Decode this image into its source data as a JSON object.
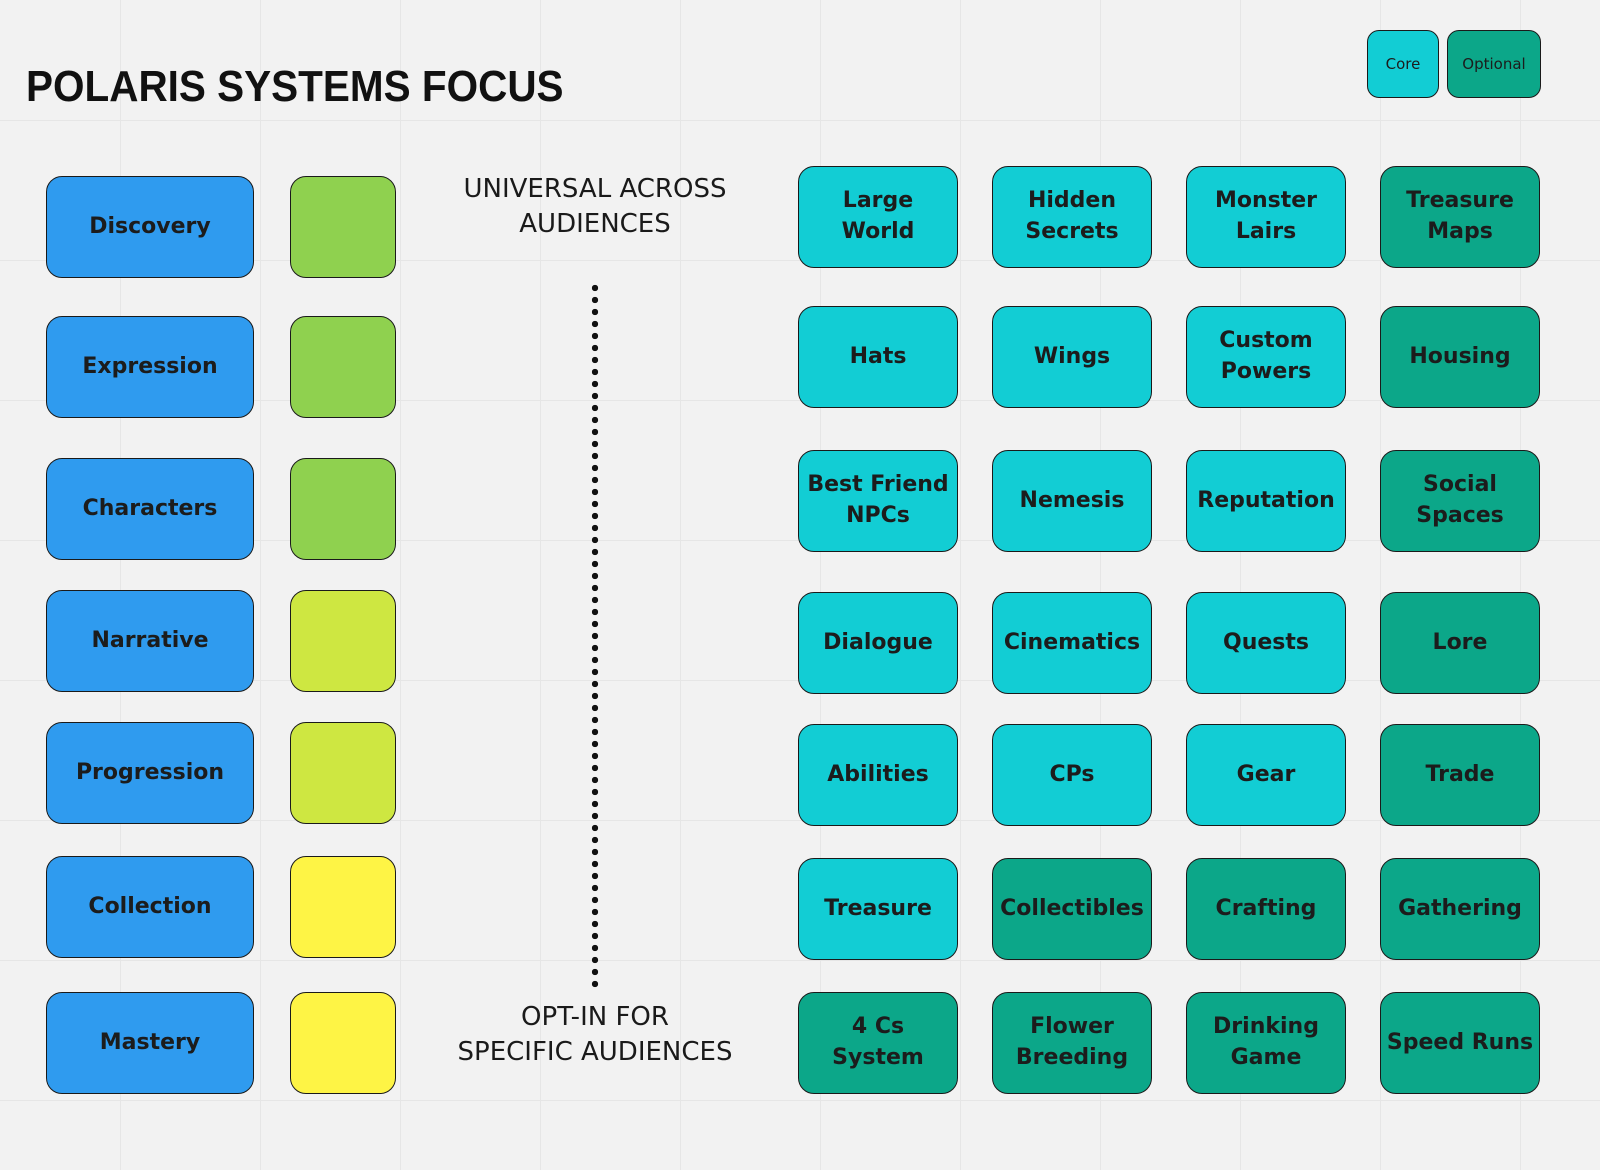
{
  "title": "POLARIS SYSTEMS FOCUS",
  "legend": [
    {
      "label": "Core",
      "color": "#12cdd4"
    },
    {
      "label": "Optional",
      "color": "#0ca789"
    }
  ],
  "center_labels": {
    "top": "UNIVERSAL ACROSS\nAUDIENCES",
    "bottom": "OPT-IN FOR\nSPECIFIC AUDIENCES"
  },
  "focus_categories": [
    {
      "label": "Discovery",
      "swatch_color": "#8fd14f"
    },
    {
      "label": "Expression",
      "swatch_color": "#8fd14f"
    },
    {
      "label": "Characters",
      "swatch_color": "#8fd14f"
    },
    {
      "label": "Narrative",
      "swatch_color": "#cee741"
    },
    {
      "label": "Progression",
      "swatch_color": "#cee741"
    },
    {
      "label": "Collection",
      "swatch_color": "#fef445"
    },
    {
      "label": "Mastery",
      "swatch_color": "#fef445"
    }
  ],
  "systems": [
    [
      {
        "label": "Large World",
        "type": "core"
      },
      {
        "label": "Hidden Secrets",
        "type": "core"
      },
      {
        "label": "Monster Lairs",
        "type": "core"
      },
      {
        "label": "Treasure Maps",
        "type": "optional"
      }
    ],
    [
      {
        "label": "Hats",
        "type": "core"
      },
      {
        "label": "Wings",
        "type": "core"
      },
      {
        "label": "Custom Powers",
        "type": "core"
      },
      {
        "label": "Housing",
        "type": "optional"
      }
    ],
    [
      {
        "label": "Best Friend NPCs",
        "type": "core"
      },
      {
        "label": "Nemesis",
        "type": "core"
      },
      {
        "label": "Reputation",
        "type": "core"
      },
      {
        "label": "Social Spaces",
        "type": "optional"
      }
    ],
    [
      {
        "label": "Dialogue",
        "type": "core"
      },
      {
        "label": "Cinematics",
        "type": "core"
      },
      {
        "label": "Quests",
        "type": "core"
      },
      {
        "label": "Lore",
        "type": "optional"
      }
    ],
    [
      {
        "label": "Abilities",
        "type": "core"
      },
      {
        "label": "CPs",
        "type": "core"
      },
      {
        "label": "Gear",
        "type": "core"
      },
      {
        "label": "Trade",
        "type": "optional"
      }
    ],
    [
      {
        "label": "Treasure",
        "type": "core"
      },
      {
        "label": "Collectibles",
        "type": "optional"
      },
      {
        "label": "Crafting",
        "type": "optional"
      },
      {
        "label": "Gathering",
        "type": "optional"
      }
    ],
    [
      {
        "label": "4 Cs System",
        "type": "optional"
      },
      {
        "label": "Flower Breeding",
        "type": "optional"
      },
      {
        "label": "Drinking Game",
        "type": "optional"
      },
      {
        "label": "Speed Runs",
        "type": "optional"
      }
    ]
  ]
}
